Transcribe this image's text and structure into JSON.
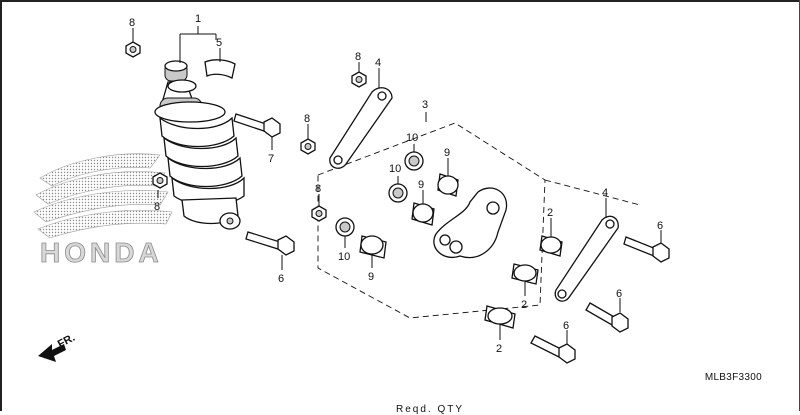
{
  "diagram": {
    "figure_code": "MLB3F3300",
    "footer_text": "Reqd. QTY",
    "direction_label": "FR.",
    "brand_watermark": "HONDA",
    "callouts": {
      "c1": "1",
      "c5": "5",
      "c8a": "8",
      "c8b": "8",
      "c8c": "8",
      "c8d": "8",
      "c8e": "8",
      "c7": "7",
      "c6a": "6",
      "c6b": "6",
      "c6c": "6",
      "c6d": "6",
      "c4a": "4",
      "c4b": "4",
      "c3": "3",
      "c10a": "10",
      "c10b": "10",
      "c10c": "10",
      "c9a": "9",
      "c9b": "9",
      "c9c": "9",
      "c2a": "2",
      "c2b": "2",
      "c2c": "2"
    }
  }
}
